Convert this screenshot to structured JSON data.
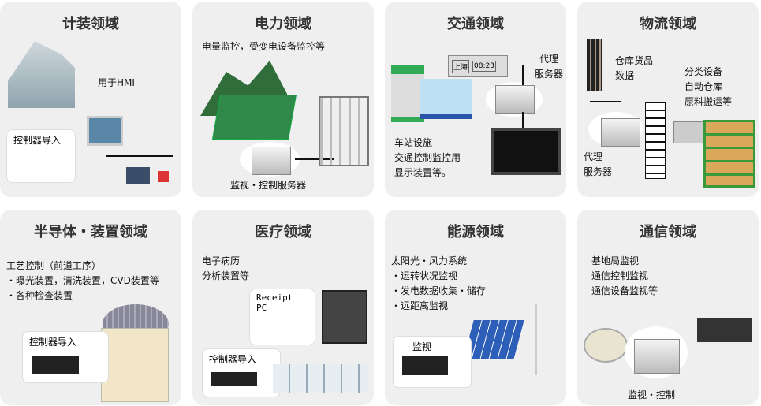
{
  "panels": [
    {
      "title": "计装领域",
      "lines": [
        "用于HMI"
      ],
      "callout": "控制器导入"
    },
    {
      "title": "电力领域",
      "lines": [
        "电量监控，受变电设备监控等"
      ],
      "caption": "监视・控制服务器"
    },
    {
      "title": "交通领域",
      "lines": [
        "车站设施\n交通控制监控用\n显示装置等。"
      ],
      "server_label": "代理\n服务器",
      "sign_station": "上海",
      "sign_time": "08:23"
    },
    {
      "title": "物流领域",
      "lines": [
        "仓库货品\n数据",
        "分类设备\n自动仓库\n原料搬运等"
      ],
      "server_label": "代理\n服务器"
    },
    {
      "title": "半导体・装置领域",
      "lines": [
        "工艺控制（前道工序）\n・曝光装置，清洗装置，CVD装置等\n・各种检查装置"
      ],
      "callout": "控制器导入"
    },
    {
      "title": "医疗领域",
      "lines": [
        "电子病历\n分析装置等"
      ],
      "receipt": "Receipt PC",
      "callout": "控制器导入"
    },
    {
      "title": "能源领域",
      "lines": [
        "太阳光・风力系统\n・运转状况监视\n・发电数据收集・储存\n・远距离监视"
      ],
      "callout": "监视"
    },
    {
      "title": "通信领域",
      "lines": [
        "基地局监视\n通信控制监视\n通信设备监视等"
      ],
      "caption": "监视・控制"
    }
  ]
}
